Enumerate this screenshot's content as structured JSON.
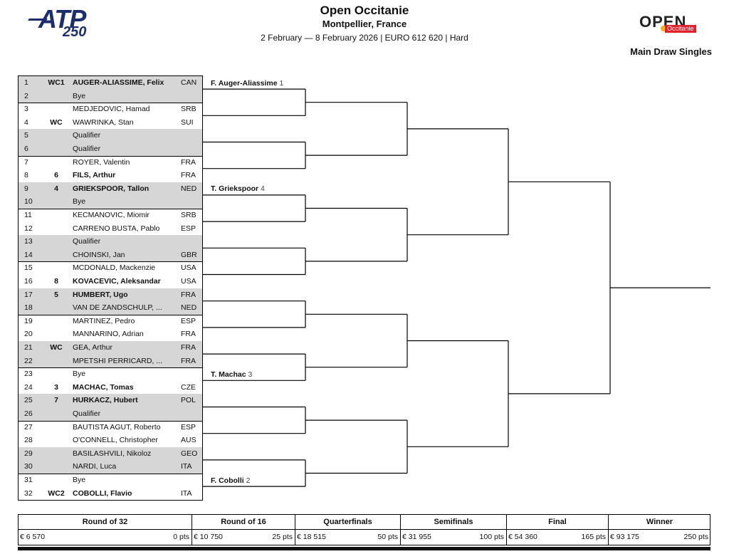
{
  "header": {
    "title": "Open Occitanie",
    "location": "Montpellier, France",
    "info": "2 February — 8 February 2026 | EURO 612 620 | Hard",
    "section": "Main Draw Singles"
  },
  "logos": {
    "left_line1": "ATP",
    "left_line2": "250",
    "right_line1": "OPEN",
    "right_line2": "Occitanie"
  },
  "colors": {
    "shade": "#d6d6d6",
    "atp_blue": "#1d2e6e",
    "occitanie_red": "#e2202c"
  },
  "draw": [
    {
      "pos": "1",
      "seed": "WC1",
      "name": "AUGER-ALIASSIME, Felix",
      "nat": "CAN",
      "bold": true
    },
    {
      "pos": "2",
      "seed": "",
      "name": "Bye",
      "nat": "",
      "bold": false
    },
    {
      "pos": "3",
      "seed": "",
      "name": "MEDJEDOVIC, Hamad",
      "nat": "SRB",
      "bold": false
    },
    {
      "pos": "4",
      "seed": "WC",
      "name": "WAWRINKA, Stan",
      "nat": "SUI",
      "bold": false
    },
    {
      "pos": "5",
      "seed": "",
      "name": "Qualifier",
      "nat": "",
      "bold": false
    },
    {
      "pos": "6",
      "seed": "",
      "name": "Qualifier",
      "nat": "",
      "bold": false
    },
    {
      "pos": "7",
      "seed": "",
      "name": "ROYER, Valentin",
      "nat": "FRA",
      "bold": false
    },
    {
      "pos": "8",
      "seed": "6",
      "name": "FILS, Arthur",
      "nat": "FRA",
      "bold": true
    },
    {
      "pos": "9",
      "seed": "4",
      "name": "GRIEKSPOOR, Tallon",
      "nat": "NED",
      "bold": true
    },
    {
      "pos": "10",
      "seed": "",
      "name": "Bye",
      "nat": "",
      "bold": false
    },
    {
      "pos": "11",
      "seed": "",
      "name": "KECMANOVIC, Miomir",
      "nat": "SRB",
      "bold": false
    },
    {
      "pos": "12",
      "seed": "",
      "name": "CARRENO BUSTA, Pablo",
      "nat": "ESP",
      "bold": false
    },
    {
      "pos": "13",
      "seed": "",
      "name": "Qualifier",
      "nat": "",
      "bold": false
    },
    {
      "pos": "14",
      "seed": "",
      "name": "CHOINSKI, Jan",
      "nat": "GBR",
      "bold": false
    },
    {
      "pos": "15",
      "seed": "",
      "name": "MCDONALD, Mackenzie",
      "nat": "USA",
      "bold": false
    },
    {
      "pos": "16",
      "seed": "8",
      "name": "KOVACEVIC, Aleksandar",
      "nat": "USA",
      "bold": true
    },
    {
      "pos": "17",
      "seed": "5",
      "name": "HUMBERT, Ugo",
      "nat": "FRA",
      "bold": true
    },
    {
      "pos": "18",
      "seed": "",
      "name": "VAN DE ZANDSCHULP, ...",
      "nat": "NED",
      "bold": false
    },
    {
      "pos": "19",
      "seed": "",
      "name": "MARTINEZ, Pedro",
      "nat": "ESP",
      "bold": false
    },
    {
      "pos": "20",
      "seed": "",
      "name": "MANNARINO, Adrian",
      "nat": "FRA",
      "bold": false
    },
    {
      "pos": "21",
      "seed": "WC",
      "name": "GEA, Arthur",
      "nat": "FRA",
      "bold": false
    },
    {
      "pos": "22",
      "seed": "",
      "name": "MPETSHI PERRICARD, ...",
      "nat": "FRA",
      "bold": false
    },
    {
      "pos": "23",
      "seed": "",
      "name": "Bye",
      "nat": "",
      "bold": false
    },
    {
      "pos": "24",
      "seed": "3",
      "name": "MACHAC, Tomas",
      "nat": "CZE",
      "bold": true
    },
    {
      "pos": "25",
      "seed": "7",
      "name": "HURKACZ, Hubert",
      "nat": "POL",
      "bold": true
    },
    {
      "pos": "26",
      "seed": "",
      "name": "Qualifier",
      "nat": "",
      "bold": false
    },
    {
      "pos": "27",
      "seed": "",
      "name": "BAUTISTA AGUT, Roberto",
      "nat": "ESP",
      "bold": false
    },
    {
      "pos": "28",
      "seed": "",
      "name": "O'CONNELL, Christopher",
      "nat": "AUS",
      "bold": false
    },
    {
      "pos": "29",
      "seed": "",
      "name": "BASILASHVILI, Nikoloz",
      "nat": "GEO",
      "bold": false
    },
    {
      "pos": "30",
      "seed": "",
      "name": "NARDI, Luca",
      "nat": "ITA",
      "bold": false
    },
    {
      "pos": "31",
      "seed": "",
      "name": "Bye",
      "nat": "",
      "bold": false
    },
    {
      "pos": "32",
      "seed": "WC2",
      "name": "COBOLLI, Flavio",
      "nat": "ITA",
      "bold": true
    }
  ],
  "advanced": [
    {
      "slot": 0,
      "name": "F. Auger-Aliassime",
      "seed": "1"
    },
    {
      "slot": 4,
      "name": "T. Griekspoor",
      "seed": "4"
    },
    {
      "slot": 11,
      "name": "T. Machac",
      "seed": "3"
    },
    {
      "slot": 15,
      "name": "F. Cobolli",
      "seed": "2"
    }
  ],
  "prize": [
    {
      "round": "Round of 32",
      "money": "€ 6 570",
      "pts": "0 pts"
    },
    {
      "round": "Round of 16",
      "money": "€ 10 750",
      "pts": "25 pts"
    },
    {
      "round": "Quarterfinals",
      "money": "€ 18 515",
      "pts": "50 pts"
    },
    {
      "round": "Semifinals",
      "money": "€ 31 955",
      "pts": "100 pts"
    },
    {
      "round": "Final",
      "money": "€ 54 360",
      "pts": "165 pts"
    },
    {
      "round": "Winner",
      "money": "€ 93 175",
      "pts": "250 pts"
    }
  ]
}
